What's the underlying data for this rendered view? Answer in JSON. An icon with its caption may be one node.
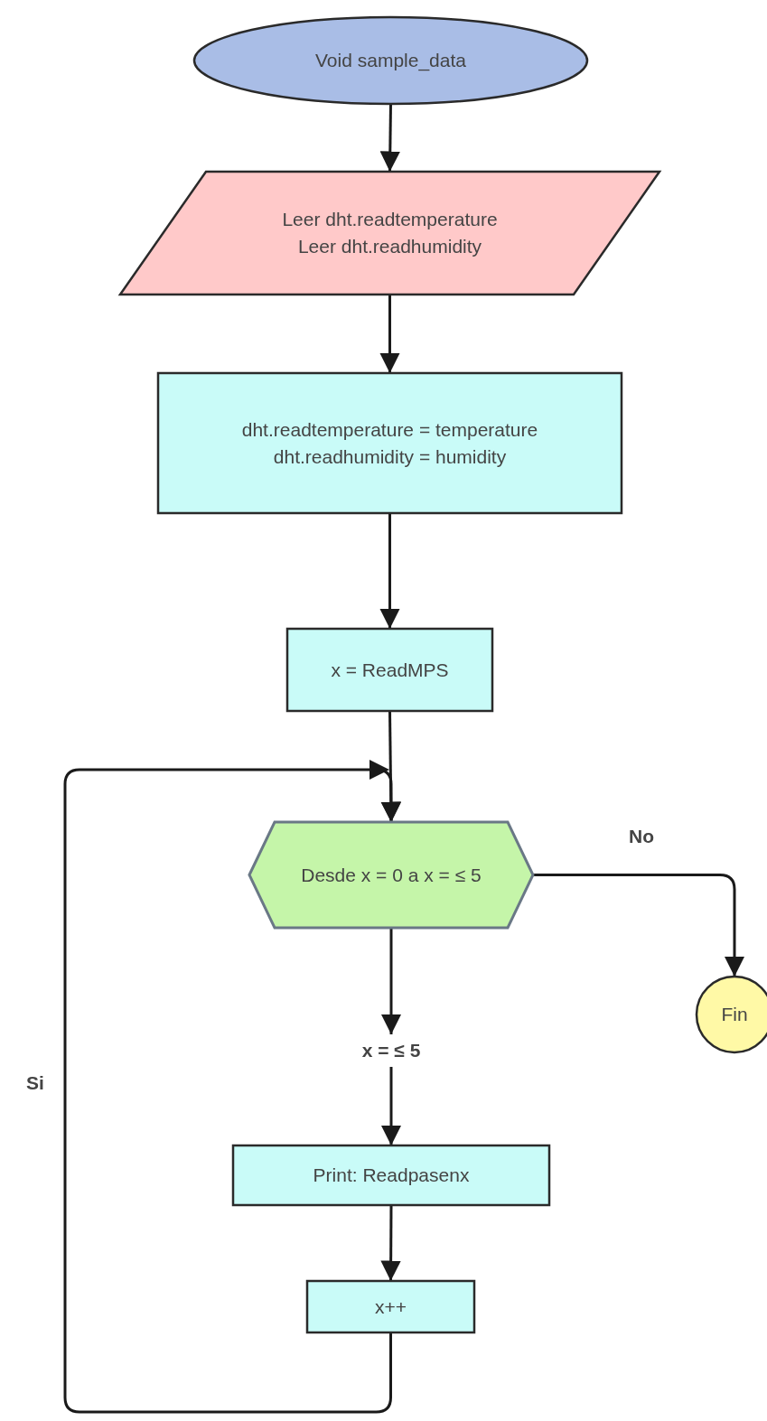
{
  "diagram": {
    "nodes": [
      {
        "text": [
          "Void sample_data"
        ]
      },
      {
        "text": [
          "Leer dht.readtemperature",
          "Leer dht.readhumidity"
        ]
      },
      {
        "text": [
          "dht.readtemperature = temperature",
          "dht.readhumidity = humidity"
        ]
      },
      {
        "text": [
          "x = ReadMPS"
        ]
      },
      {
        "text": [
          "Desde x = 0 a x = ≤ 5"
        ]
      },
      {
        "text": [
          "Fin"
        ]
      },
      {
        "text": [
          "x = ≤ 5"
        ]
      },
      {
        "text": [
          "Print: Readpasenx"
        ]
      },
      {
        "text": [
          "x++"
        ]
      }
    ],
    "edges": [
      {
        "from": 0,
        "to": 1,
        "arrow": "to"
      },
      {
        "from": 1,
        "to": 2,
        "arrow": "to"
      },
      {
        "from": 2,
        "to": 3,
        "arrow": "to"
      },
      {
        "from": 3,
        "to": 4,
        "arrow": "to"
      },
      {
        "from": 4,
        "to": 5,
        "arrow": "to",
        "label": "No"
      },
      {
        "from": 4,
        "to": 6,
        "arrow": "to"
      },
      {
        "from": 6,
        "to": 7,
        "arrow": "to"
      },
      {
        "from": 7,
        "to": 8,
        "arrow": "to"
      },
      {
        "from": 8,
        "to": 4,
        "arrow": "to",
        "label": "Si"
      }
    ]
  }
}
